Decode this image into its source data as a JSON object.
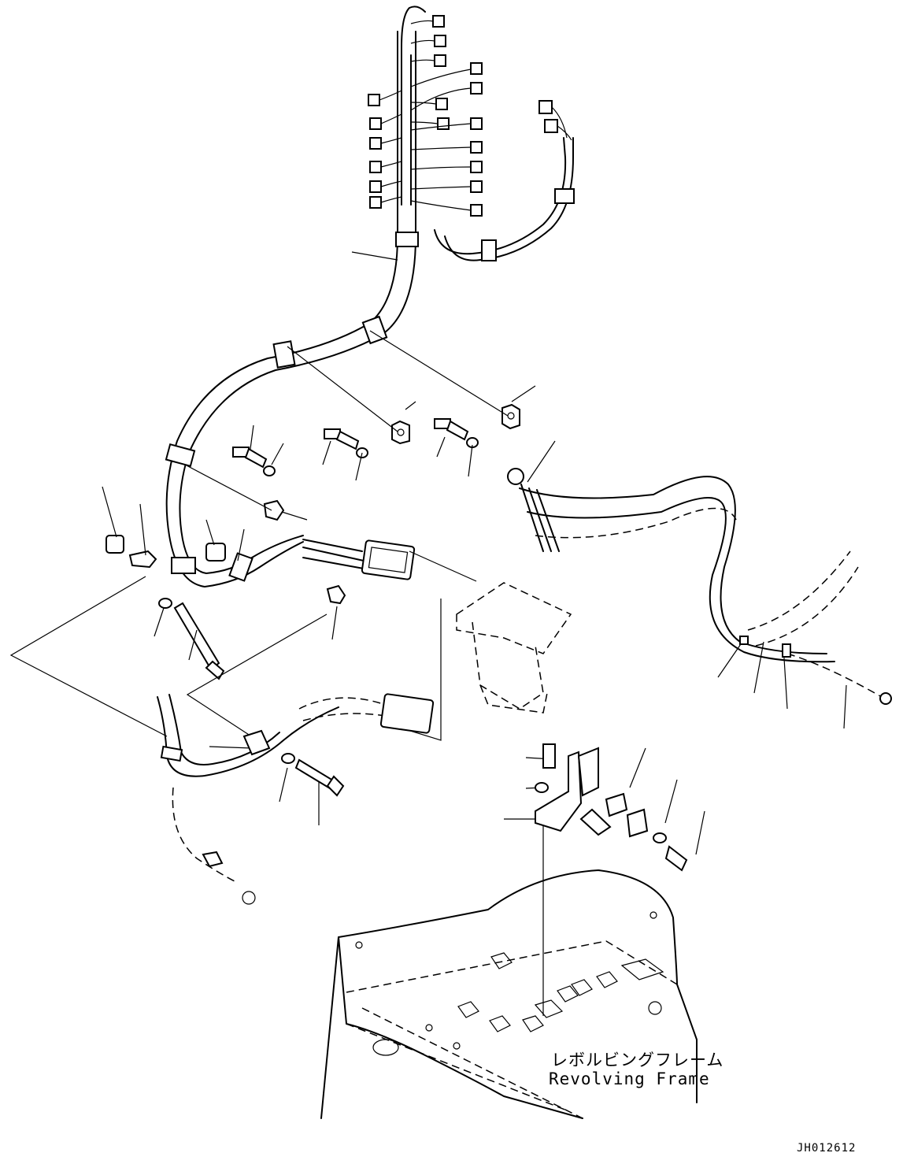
{
  "labels": {
    "frame_jp": "レボルビングフレーム",
    "frame_en": "Revolving Frame",
    "drawing_code": "JH012612"
  }
}
